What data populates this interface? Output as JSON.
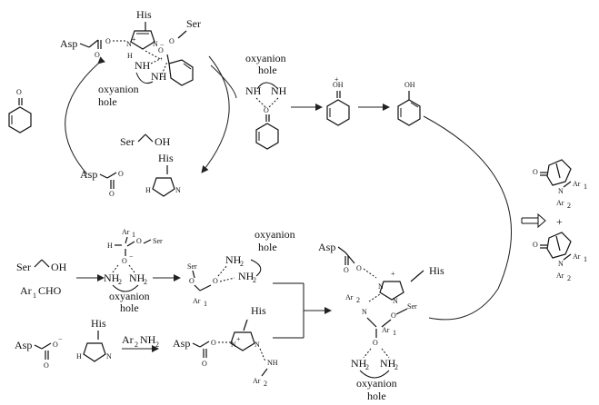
{
  "labels": {
    "his": "His",
    "ser": "Ser",
    "asp": "Asp",
    "oh": "OH",
    "nh": "NH",
    "nh2": "NH",
    "sub2": "2",
    "sub1": "1",
    "oxyanion": "oxyanion",
    "hole": "hole",
    "ar": "Ar",
    "ar1cho": "Ar",
    "cho": "CHO",
    "ar2nh2": "Ar",
    "h": "H",
    "o": "O",
    "n": "N",
    "plus": "+",
    "minus": "−",
    "plus_sign": "+"
  }
}
